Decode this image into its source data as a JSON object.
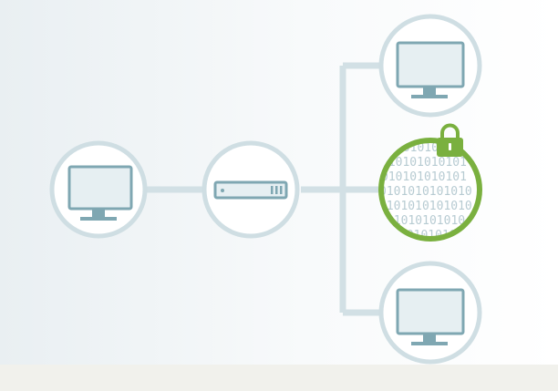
{
  "nodes": [
    {
      "name": "left-computer",
      "type": "computer-monitor-icon"
    },
    {
      "name": "center-router",
      "type": "router-icon"
    },
    {
      "name": "top-right-computer",
      "type": "computer-monitor-icon"
    },
    {
      "name": "encrypted-node",
      "type": "binary-lock-icon"
    },
    {
      "name": "bottom-right-computer",
      "type": "computer-monitor-icon"
    }
  ],
  "encrypted_node": {
    "binary_lines": [
      "1010101",
      "010101010101",
      "010101010101",
      "0101010101010",
      "0101010101010",
      "01010101010",
      "101010101"
    ]
  },
  "colors": {
    "node_ring": "#cfdee3",
    "node_fill": "#ffffff",
    "monitor_frame": "#7fa7b2",
    "monitor_screen": "#e6eff2",
    "connector": "#d2e0e5",
    "secure_ring": "#7ab03f",
    "binary_text": "#b7cbd2",
    "lock": "#7ab03f"
  }
}
